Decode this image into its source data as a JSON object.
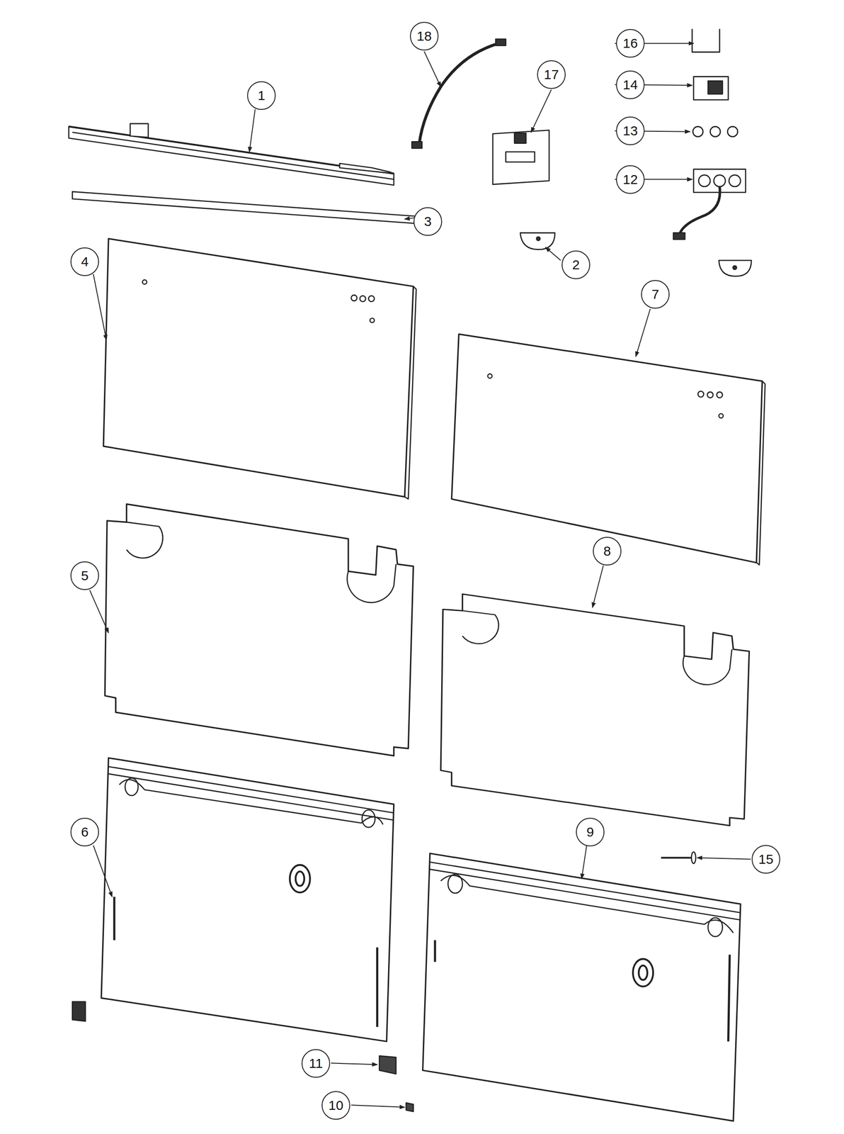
{
  "diagram": {
    "nodes": [
      {
        "text": [
          "18"
        ]
      },
      {
        "text": [
          "17"
        ]
      },
      {
        "text": [
          "16"
        ]
      },
      {
        "text": [
          "1"
        ]
      },
      {
        "text": [
          "14"
        ]
      },
      {
        "text": [
          "13"
        ]
      },
      {
        "text": [
          "12"
        ]
      },
      {
        "text": [
          "3"
        ]
      },
      {
        "text": [
          "2"
        ]
      },
      {
        "text": [
          "4"
        ]
      },
      {
        "text": [
          "7"
        ]
      },
      {
        "text": [
          "5"
        ]
      },
      {
        "text": [
          "8"
        ]
      },
      {
        "text": [
          "6"
        ]
      },
      {
        "text": [
          "9"
        ]
      },
      {
        "text": [
          "15"
        ]
      },
      {
        "text": [
          "11"
        ]
      },
      {
        "text": [
          "10"
        ]
      }
    ]
  }
}
